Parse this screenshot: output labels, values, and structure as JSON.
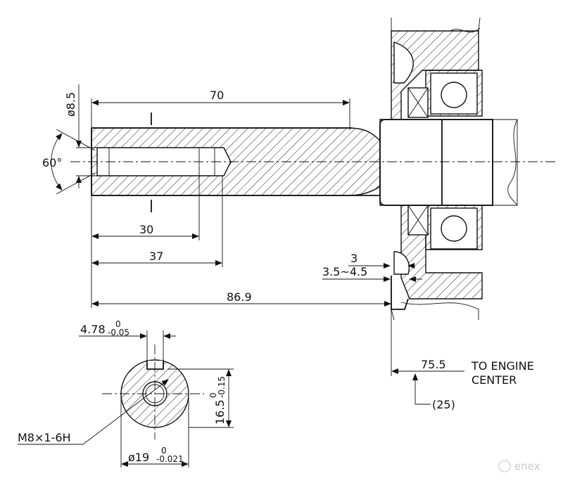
{
  "dimensions": {
    "thread_dia": "ø8.5",
    "chamfer_angle": "60°",
    "shaft_length_70": "70",
    "thread_depth_30": "30",
    "hole_depth_37": "37",
    "overall_86_9": "86.9",
    "gap_3": "3",
    "gap_range": "3.5~4.5",
    "engine_center_value": "75.5",
    "engine_center_text_1": "TO ENGINE",
    "engine_center_text_2": "CENTER",
    "ref_25": "(25)"
  },
  "section": {
    "key_width": "4.78",
    "key_width_upper": "0",
    "key_width_lower": "-0.05",
    "key_depth": "16.5",
    "key_depth_upper": "0",
    "key_depth_lower": "-0.15",
    "thread_spec": "M8×1-6H",
    "shaft_dia": "ø19",
    "shaft_dia_upper": "0",
    "shaft_dia_lower": "-0.021"
  },
  "watermark": {
    "brand": "enex"
  }
}
